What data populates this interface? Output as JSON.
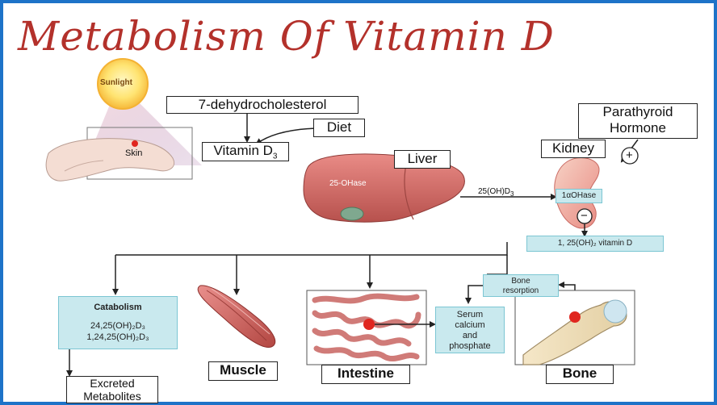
{
  "title": "Metabolism Of Vitamin D",
  "labels": {
    "sunlight": "Sunlight",
    "skin": "Skin",
    "precursor": "7-dehydrocholesterol",
    "diet": "Diet",
    "vitamin_d3": "Vitamin D",
    "vitamin_d3_sub": "3",
    "liver": "Liver",
    "liver_enzyme": "25-OHase",
    "liver_product": "25(OH)D",
    "liver_product_sub": "3",
    "pth_line1": "Parathyroid",
    "pth_line2": "Hormone",
    "kidney": "Kidney",
    "kidney_enzyme": "1αOHase",
    "plus": "+",
    "minus": "−",
    "active_form": "1, 25(OH)₂ vitamin D",
    "catabolism_title": "Catabolism",
    "catabolism_line1": "24,25(OH)₂D₃",
    "catabolism_line2": "1,24,25(OH)₂D₃",
    "excreted_line1": "Excreted",
    "excreted_line2": "Metabolites",
    "muscle": "Muscle",
    "intestine": "Intestine",
    "serum_line1": "Serum",
    "serum_line2": "calcium",
    "serum_line3": "and",
    "serum_line4": "phosphate",
    "bone_resorption_line1": "Bone",
    "bone_resorption_line2": "resorption",
    "bone": "Bone"
  },
  "colors": {
    "frame": "#1e73c8",
    "title": "#b3312b",
    "teal_box": "#c9e9ee",
    "catabolism_box": "#c9e9ee",
    "organ": "#d9706e",
    "marker": "#e0261f"
  }
}
